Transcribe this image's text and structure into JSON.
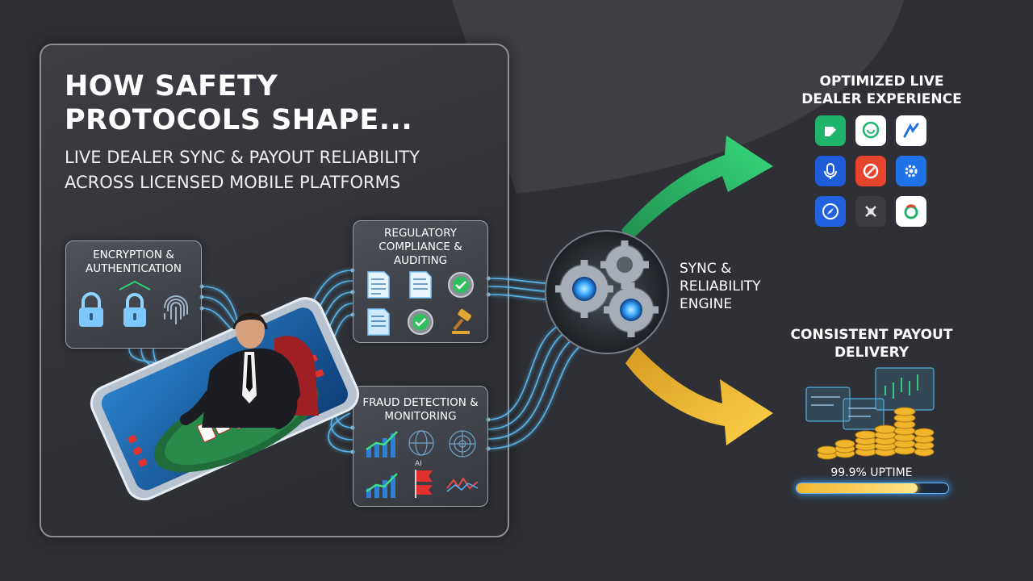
{
  "title": "HOW SAFETY PROTOCOLS SHAPE...",
  "subtitle": "LIVE DEALER SYNC & PAYOUT RELIABILITY ACROSS LICENSED MOBILE PLATFORMS",
  "cards": {
    "encryption": {
      "title": "ENCRYPTION & AUTHENTICATION",
      "icons": [
        "lock-icon",
        "lock-shield-icon",
        "fingerprint-icon"
      ]
    },
    "regulatory": {
      "title": "REGULATORY COMPLIANCE & AUDITING",
      "icons": [
        "document-icon",
        "document-icon",
        "badge-check-icon",
        "document-icon",
        "badge-check-icon",
        "gavel-icon"
      ]
    },
    "fraud": {
      "title": "FRAUD DETECTION & MONITORING",
      "ai_label": "AI",
      "icons": [
        "chart-up-icon",
        "ai-globe-icon",
        "radar-icon",
        "chart-up-icon",
        "flag-icon",
        "waveform-icon"
      ]
    }
  },
  "engine": {
    "label": "SYNC & RELIABILITY ENGINE",
    "icon": "gears-icon"
  },
  "experience": {
    "title": "OPTIMIZED LIVE DEALER EXPERIENCE",
    "apps": [
      {
        "icon": "app-green-icon",
        "color": "#1fb46a"
      },
      {
        "icon": "chat-icon",
        "color": "#ffffff"
      },
      {
        "icon": "app-blue-icon",
        "color": "#ffffff"
      },
      {
        "icon": "microphone-icon",
        "color": "#1d5ed8"
      },
      {
        "icon": "target-icon",
        "color": "#e7442e"
      },
      {
        "icon": "gear-icon",
        "color": "#1f73e8"
      },
      {
        "icon": "compass-icon",
        "color": "#2261e0"
      },
      {
        "icon": "cross-icon",
        "color": "#3a3c41"
      },
      {
        "icon": "ring-icon",
        "color": "#ffffff"
      }
    ]
  },
  "payout": {
    "title": "CONSISTENT PAYOUT DELIVERY",
    "uptime_label": "99.9% UPTIME",
    "uptime_value": 0.999
  },
  "colors": {
    "green_arrow": "#2fc46e",
    "yellow_arrow": "#f3bd2e",
    "glow": "#4db8ff",
    "background": "#2e3035"
  }
}
